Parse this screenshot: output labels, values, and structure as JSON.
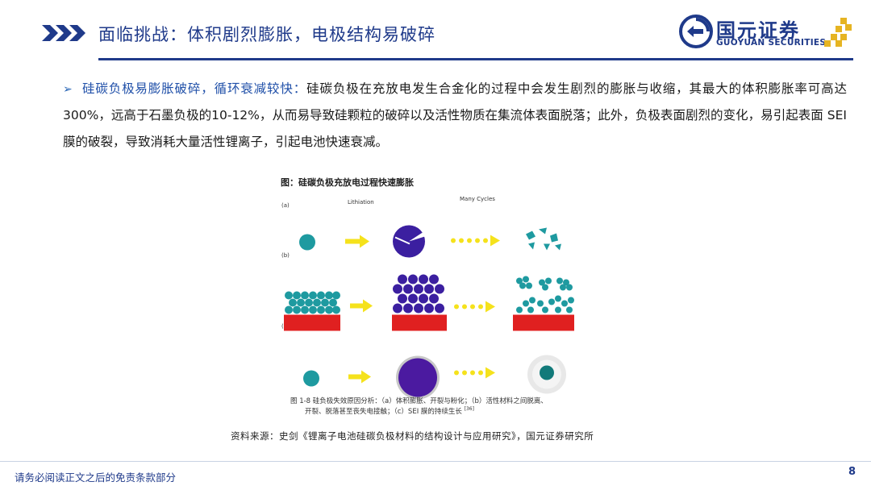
{
  "header": {
    "title": "面临挑战：体积剧烈膨胀，电极结构易破碎",
    "logo_cn": "国元证券",
    "logo_en": "GUOYUAN SECURITIES"
  },
  "body": {
    "lead": "硅碳负极易膨胀破碎，循环衰减较快：",
    "text": "硅碳负极在充放电发生合金化的过程中会发生剧烈的膨胀与收缩，其最大的体积膨胀率可高达300%，远高于石墨负极的10-12%，从而易导致硅颗粒的破碎以及活性物质在集流体表面脱落；此外，负极表面剧烈的变化，易引起表面 SEI 膜的破裂，导致消耗大量活性锂离子，引起电池快速衰减。"
  },
  "figure": {
    "title": "图：硅碳负极充放电过程快速膨胀",
    "row_a": "(a)",
    "row_b": "(b)",
    "row_c": "(c)",
    "lithiation": "Lithiation",
    "many_cycles": "Many Cycles",
    "caption_line1": "图 1-8   硅负极失效原因分析：（a）体积膨胀、开裂与粉化；（b）活性材料之间脱离、",
    "caption_line2": "开裂、脱落甚至丧失电接触；（c）SEI 膜的持续生长",
    "caption_ref": "[36]"
  },
  "source": "资料来源：史剑《锂离子电池硅碳负极材料的结构设计与应用研究》，国元证券研究所",
  "footer": {
    "disclaimer": "请务必阅读正文之后的免责条款部分",
    "page": "8"
  },
  "colors": {
    "brand": "#1f3a8a",
    "accent_gold": "#e6b422",
    "teal_particle": "#1e9aa0",
    "purple_particle": "#3b1fa0",
    "red_substrate": "#e02020",
    "arrow_yellow": "#f5e21c"
  }
}
